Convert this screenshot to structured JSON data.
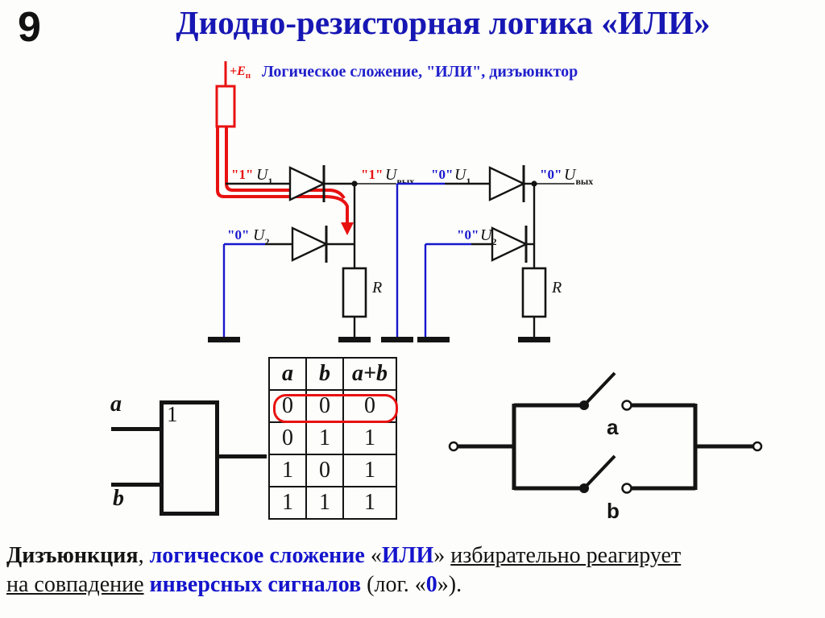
{
  "slide": {
    "number": "9",
    "title": "Диодно-резисторная логика «ИЛИ»"
  },
  "circuit": {
    "caption": "Логическое сложение, \"ИЛИ\", дизъюнктор",
    "supply": {
      "base": "+E",
      "sub": "п"
    },
    "left": {
      "in1_level": "\"1\"",
      "in1_base": "U",
      "in1_sub": "1",
      "in2_level": "\"0\"",
      "in2_base": "U",
      "in2_sub": "2",
      "out_level": "\"1\"",
      "out_base": "U",
      "out_sub": "вых",
      "resistor": "R"
    },
    "right": {
      "in1_level": "\"0\"",
      "in1_base": "U",
      "in1_sub": "1",
      "in2_level": "\"0\"",
      "in2_base": "U",
      "in2_sub": "2",
      "out_level": "\"0\"",
      "out_base": "U",
      "out_sub": "вых",
      "resistor": "R"
    }
  },
  "gate": {
    "symbol": "1",
    "input1": "a",
    "input2": "b"
  },
  "truth_table": {
    "headers": [
      "a",
      "b",
      "a+b"
    ],
    "rows": [
      [
        "0",
        "0",
        "0"
      ],
      [
        "0",
        "1",
        "1"
      ],
      [
        "1",
        "0",
        "1"
      ],
      [
        "1",
        "1",
        "1"
      ]
    ],
    "highlighted_row": 0
  },
  "switch_diagram": {
    "top_switch": "a",
    "bottom_switch": "b"
  },
  "bottom_text": {
    "seg_disjunction": "Дизъюнкция",
    "seg_comma": ", ",
    "seg_logical_add": "логическое сложение",
    "seg_q_open": " «",
    "seg_or": "ИЛИ",
    "seg_q_close": "» ",
    "seg_react_line1": "избирательно реагирует",
    "seg_react_line2": "на совпадение",
    "seg_space": " ",
    "seg_inverse": "инверсных сигналов",
    "seg_log_open": " (лог. «",
    "seg_zero": "0",
    "seg_end": "»)."
  },
  "colors": {
    "title_blue": "#1717b4",
    "text_blue": "#1414cc",
    "wire_blue": "#1717cd",
    "accent_red": "#e81111",
    "ink_black": "#141414"
  }
}
